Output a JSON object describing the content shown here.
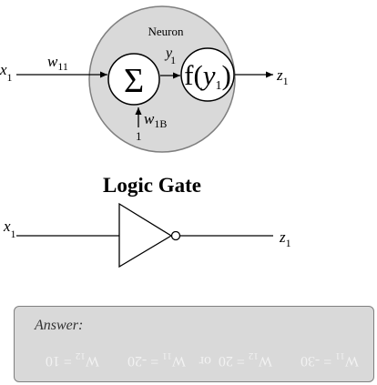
{
  "neuron": {
    "title": "Neuron",
    "sum_symbol": "Σ",
    "activation": {
      "f": "f(",
      "var": "y",
      "sub": "1",
      "close": ")"
    },
    "input": {
      "var": "x",
      "sub": "1"
    },
    "weight": {
      "var": "w",
      "sub": "11"
    },
    "bias_weight": {
      "var": "w",
      "sub": "1B"
    },
    "bias_value": "1",
    "internal": {
      "var": "y",
      "sub": "1"
    },
    "output": {
      "var": "z",
      "sub": "1"
    }
  },
  "gate": {
    "title": "Logic Gate",
    "input": {
      "var": "x",
      "sub": "1"
    },
    "output": {
      "var": "z",
      "sub": "1"
    }
  },
  "answer": {
    "label": "Answer:",
    "hidden": {
      "opt1": {
        "var": "W",
        "sub": "11",
        "val": " = -30"
      },
      "opt2": {
        "var": "W",
        "sub": "12",
        "val": " = 20"
      },
      "or": "or",
      "opt3": {
        "var": "W",
        "sub": "11",
        "val": " = -20"
      },
      "opt4": {
        "var": "W",
        "sub": "12",
        "val": " = 10"
      }
    }
  },
  "colors": {
    "neuron_fill": "#d9d9d9",
    "answer_fill": "#d9d9d9",
    "hidden_text": "#f2f2f2"
  }
}
